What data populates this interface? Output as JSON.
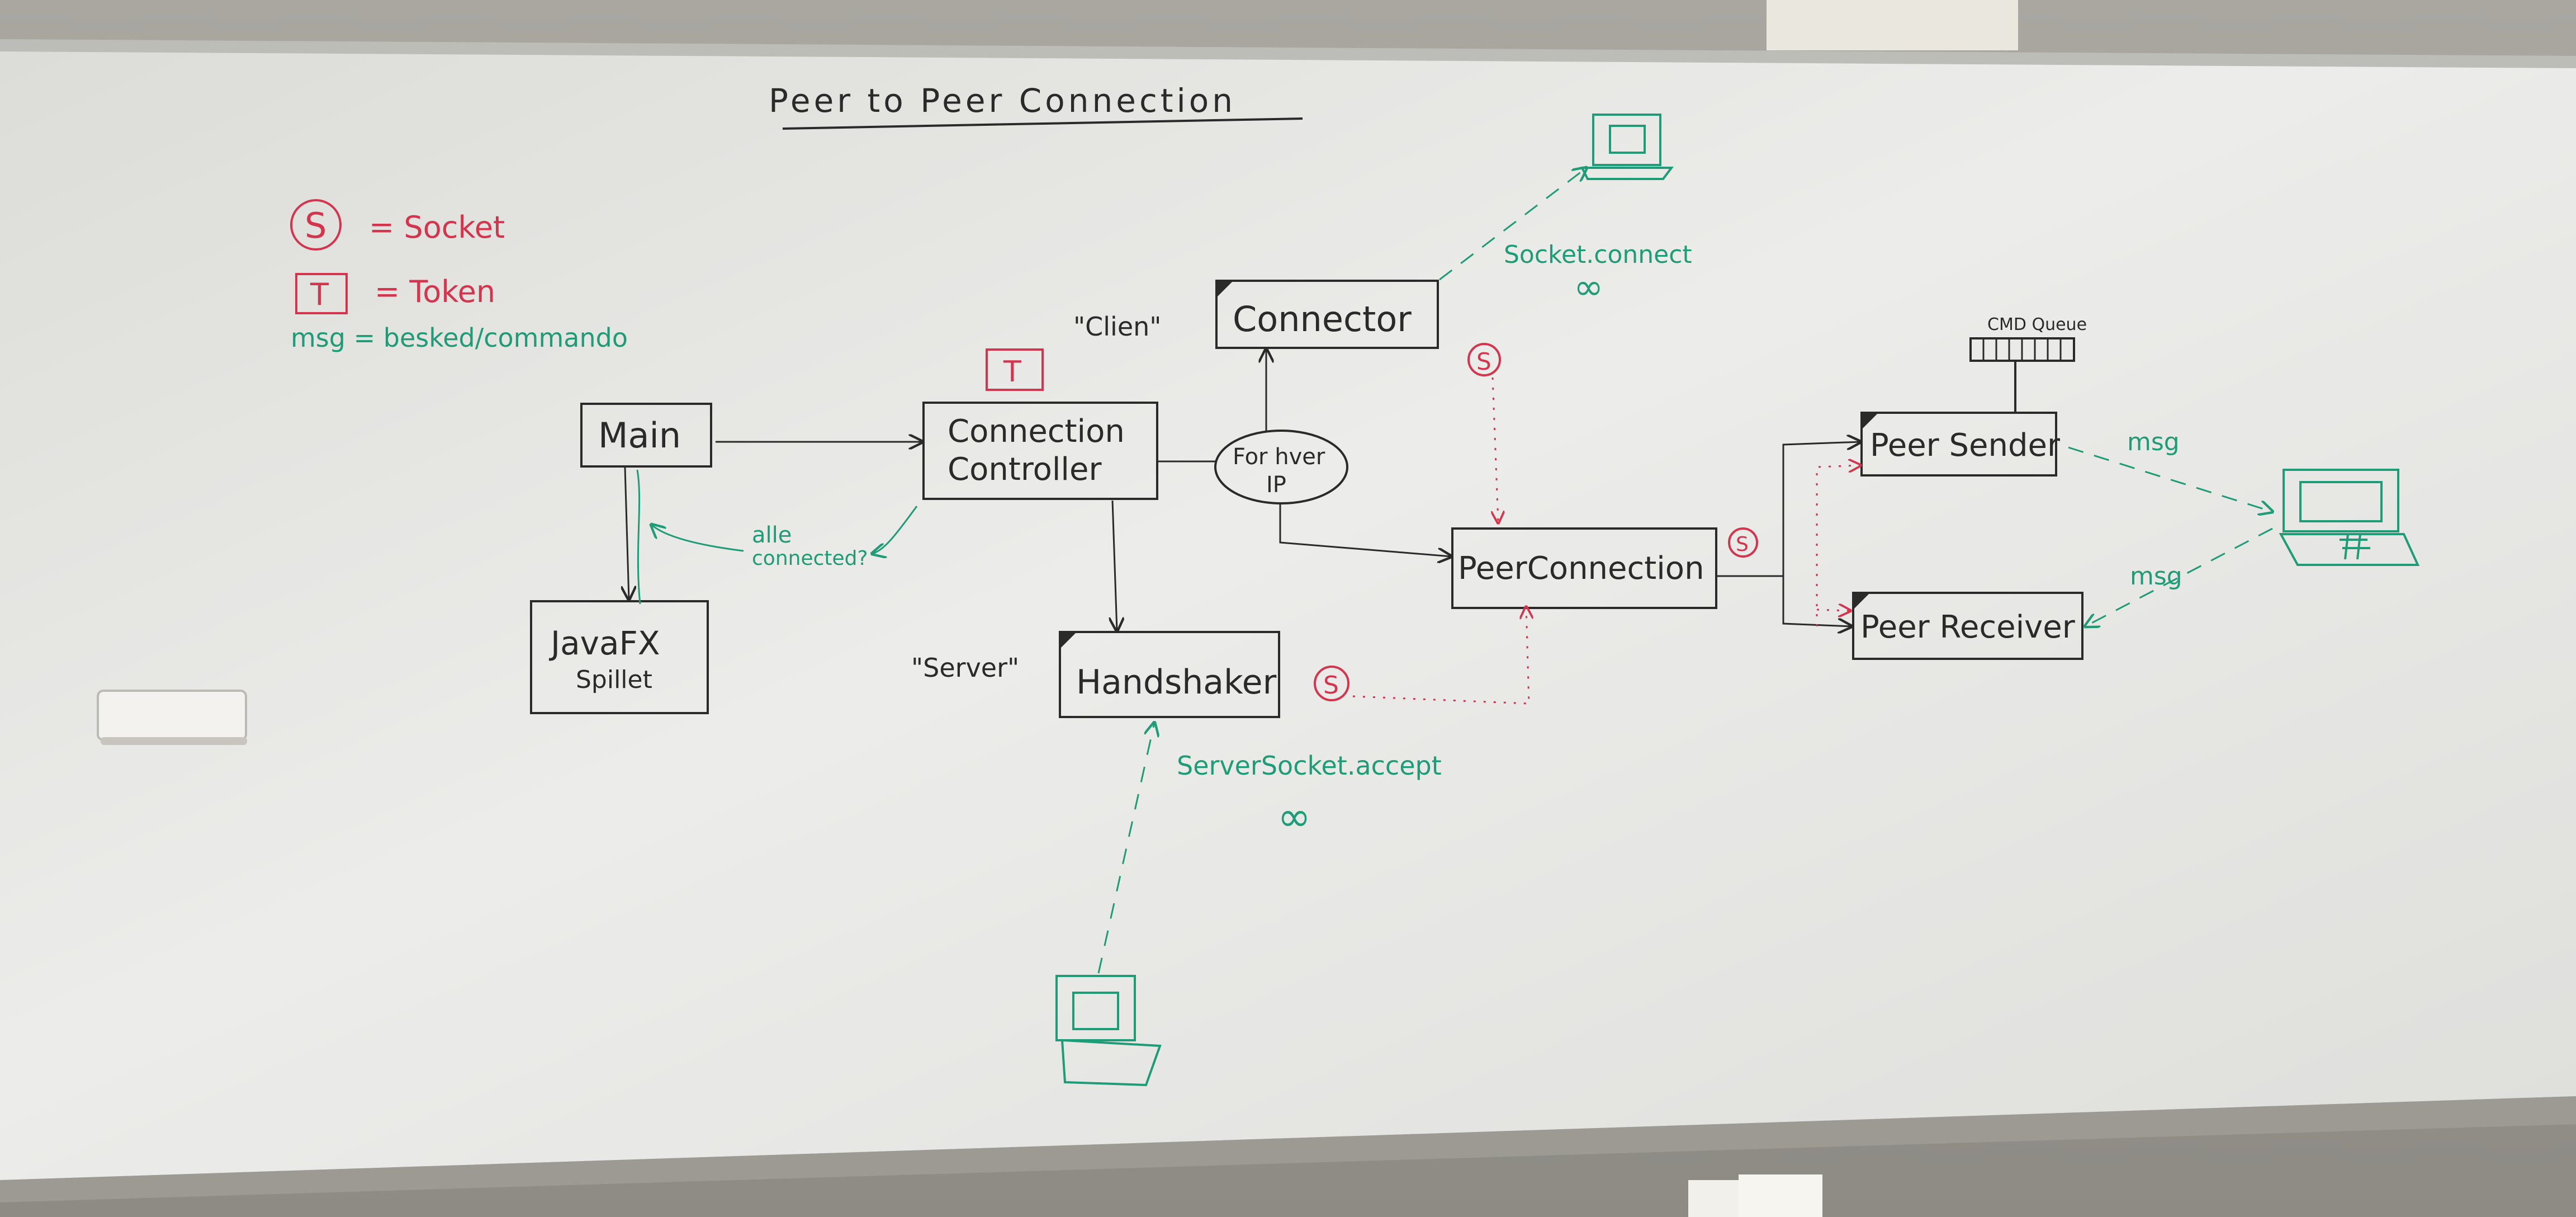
{
  "title": "Peer to Peer Connection",
  "legend": {
    "socket_symbol": "S",
    "socket_text": "= Socket",
    "token_symbol": "T",
    "token_text": "= Token",
    "msg_text": "msg = besked/commando"
  },
  "nodes": {
    "main": "Main",
    "javafx_line1": "JavaFX",
    "javafx_line2": "Spillet",
    "controller_line1": "Connection",
    "controller_line2": "Controller",
    "connector": "Connector",
    "handshaker": "Handshaker",
    "for_hver_line1": "For hver",
    "for_hver_line2": "IP",
    "peer_connection": "PeerConnection",
    "peer_sender": "Peer Sender",
    "peer_receiver": "Peer Receiver",
    "cmd_queue": "CMD Queue"
  },
  "labels": {
    "client": "\"Clien\"",
    "server": "\"Server\"",
    "token_marker": "T",
    "socket_marker": "S",
    "alle_line1": "alle",
    "alle_line2": "connected?",
    "socket_connect": "Socket.connect",
    "socket_connect_inf": "∞",
    "server_accept": "ServerSocket.accept",
    "server_accept_inf": "∞",
    "msg_out": "msg",
    "msg_in": "msg"
  },
  "colors": {
    "ink_black": "#2a2a2a",
    "ink_red": "#d5344d",
    "ink_green": "#1e9c77",
    "board": "#e6e6e3",
    "frame": "#b9b9b3"
  }
}
